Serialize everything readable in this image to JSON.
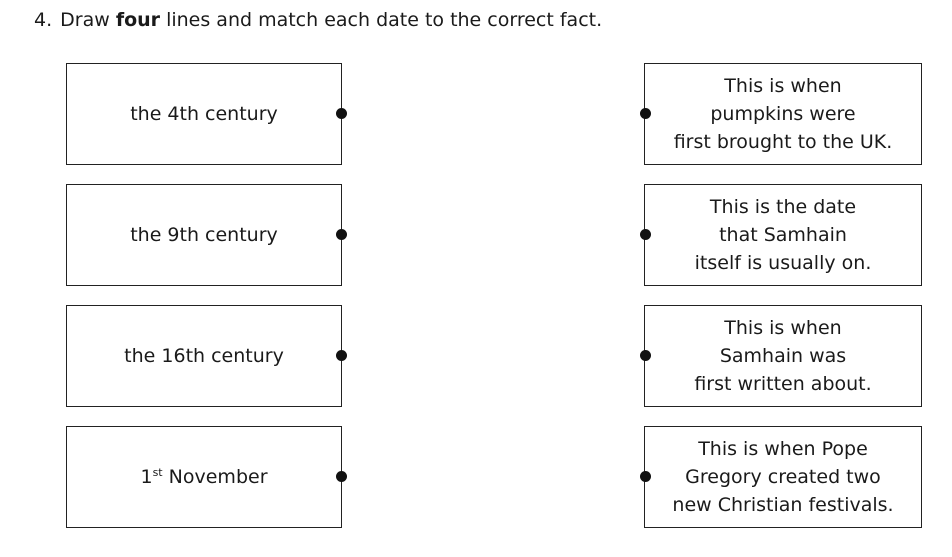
{
  "question": {
    "number": "4.",
    "text_before": "Draw ",
    "text_bold": "four",
    "text_after": " lines and match each date to the correct fact."
  },
  "dates": [
    {
      "label": "the 4th century"
    },
    {
      "label": "the 9th century"
    },
    {
      "label": "the 16th century"
    },
    {
      "label_number": "1",
      "label_suffix": "st",
      "label_rest": " November"
    }
  ],
  "facts": [
    {
      "lines": [
        "This is when",
        "pumpkins were",
        "first brought to the UK."
      ]
    },
    {
      "lines": [
        "This is the date",
        "that Samhain",
        "itself is usually on."
      ]
    },
    {
      "lines": [
        "This is when",
        "Samhain was",
        "first written about."
      ]
    },
    {
      "lines": [
        "This is when Pope",
        "Gregory created two",
        "new Christian festivals."
      ]
    }
  ]
}
